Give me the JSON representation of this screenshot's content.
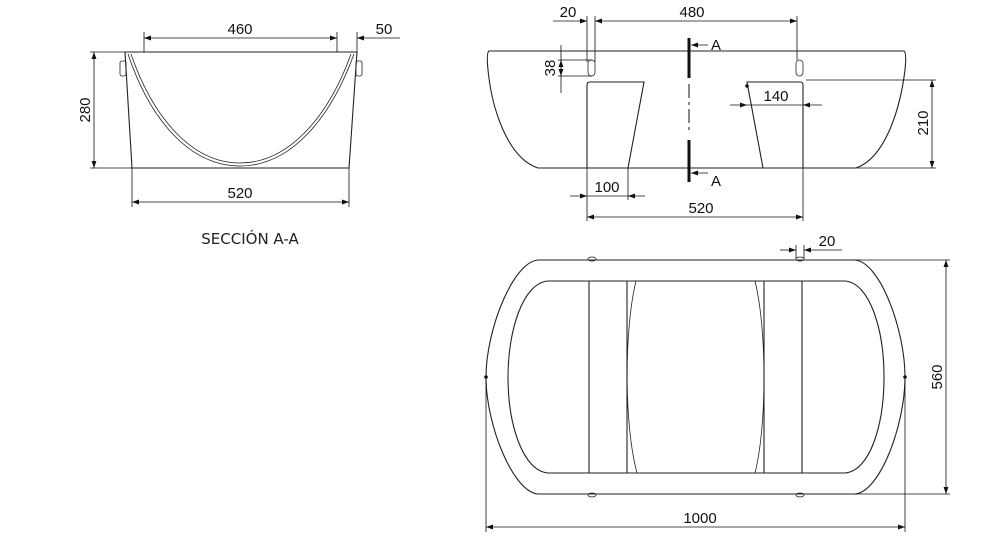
{
  "section_view": {
    "title": "SECCIÓN A-A",
    "dims": {
      "inner_width": "460",
      "rim": "50",
      "height": "280",
      "base_width": "520"
    }
  },
  "front_view": {
    "section_marker": "A",
    "section_marker_bottom": "A",
    "dims": {
      "slot_offset": "20",
      "slot_spacing": "480",
      "slot_height": "38",
      "leg_top": "140",
      "leg_height": "210",
      "leg_base": "100",
      "leg_span": "520"
    }
  },
  "plan_view": {
    "dims": {
      "nub_width": "20",
      "width": "560",
      "length": "1000"
    }
  }
}
